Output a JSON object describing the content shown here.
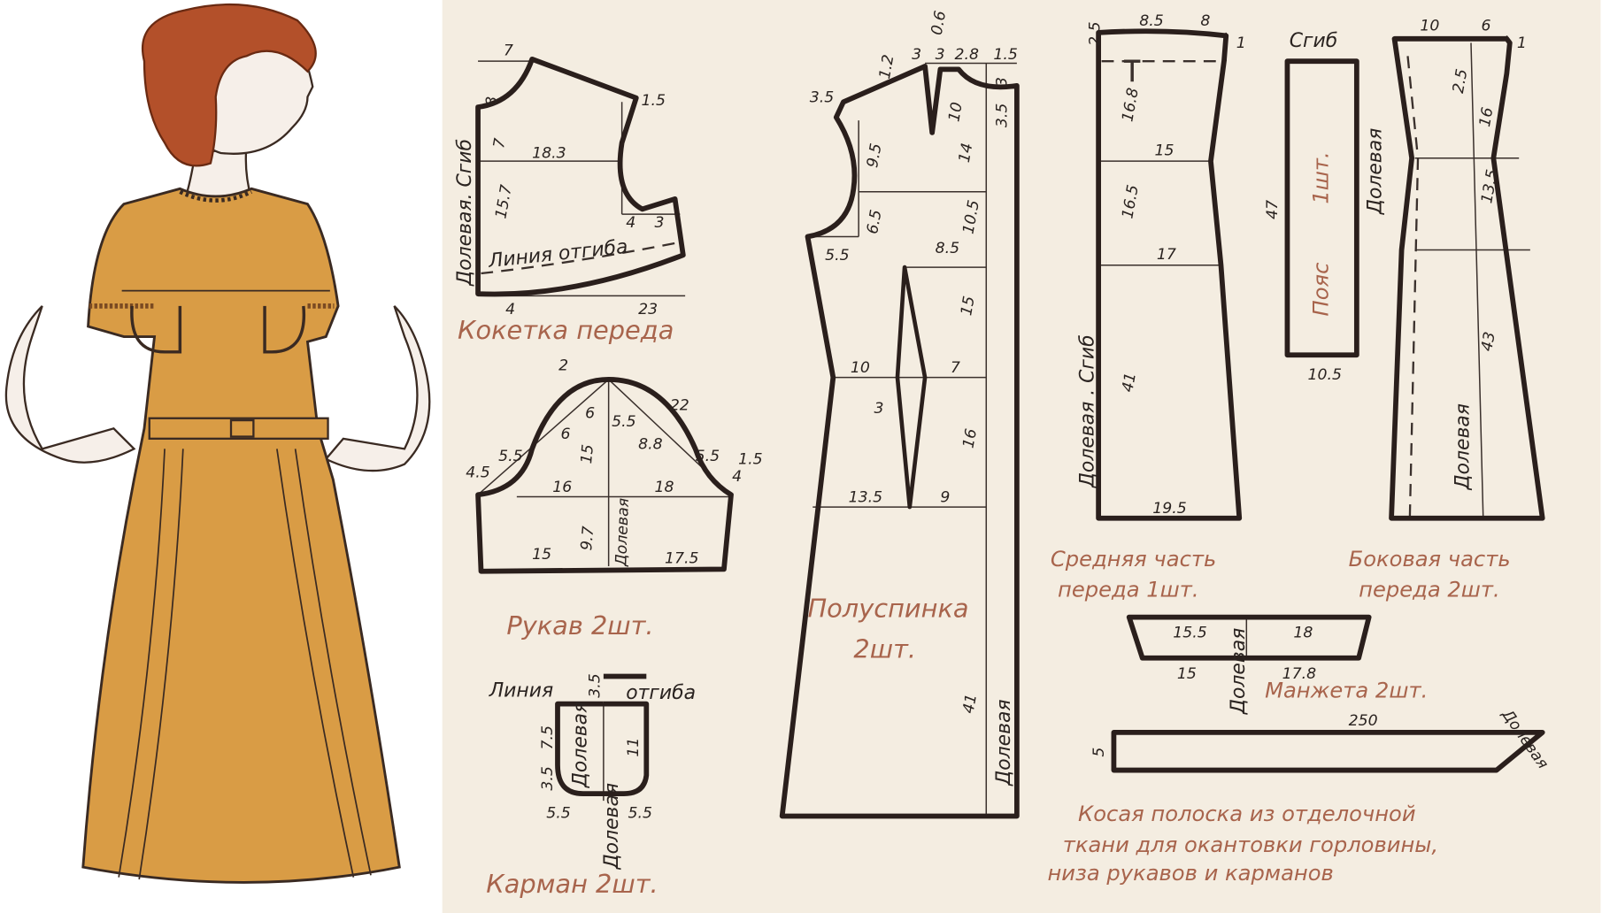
{
  "colors": {
    "paper": "#f4ede1",
    "ink": "#2a1f1c",
    "title": "#a8644c",
    "dress": "#d99c45",
    "hair": "#b3502a"
  },
  "yoke": {
    "title": "Кокетка переда",
    "grain": "Долевая. Сгиб",
    "fold_line": "Линия отгиба",
    "dims": {
      "top": "7",
      "neck_h": "8",
      "shoulder": "1.5",
      "upper": "7",
      "width": "18.3",
      "lower": "15.7",
      "arm_a": "4",
      "arm_b": "3",
      "bottom_l": "4",
      "bottom_r": "23"
    }
  },
  "sleeve": {
    "title": "Рукав 2шт.",
    "grain": "Долевая",
    "dims": {
      "top": "2",
      "l1": "4.5",
      "l2": "5.5",
      "c1": "6",
      "c2": "6",
      "c3": "5.5",
      "c4": "8.8",
      "r22": "22",
      "r1": "5.5",
      "r2": "1.5",
      "r3": "4",
      "w_left": "16",
      "h": "15",
      "w_right": "18",
      "depth": "9.7",
      "b_left": "15",
      "b_right": "17.5"
    }
  },
  "pocket": {
    "title": "Карман 2шт.",
    "fold_a": "Линия",
    "fold_b": "отгиба",
    "grain": "Долевая",
    "dims": {
      "top": "3.5",
      "h1": "7.5",
      "h2": "3.5",
      "h3": "11",
      "b1": "5.5",
      "b2": "5.5"
    }
  },
  "back": {
    "title_1": "Полуспинка",
    "title_2": "2шт.",
    "grain": "Долевая",
    "dims": {
      "sh": "1.2",
      "t1": "3",
      "t2": "3",
      "t3": "2.8",
      "t4": "1.5",
      "t5": "0.6",
      "arm_top": "3.5",
      "neck": "3",
      "d10": "10",
      "d35": "3.5",
      "d95": "9.5",
      "d14": "14",
      "d65": "6.5",
      "d105": "10.5",
      "d55": "5.5",
      "d85": "8.5",
      "d15": "15",
      "w10": "10",
      "w7": "7",
      "dart": "3",
      "d16": "16",
      "h135": "13.5",
      "h9": "9",
      "d41": "41"
    }
  },
  "middle_front": {
    "title_1": "Средняя часть",
    "title_2": "переда 1шт.",
    "grain": "Долевая . Сгиб",
    "dims": {
      "t25": "2.5",
      "t85": "8.5",
      "t8": "8",
      "t1": "1",
      "h168": "16.8",
      "w15": "15",
      "h165": "16.5",
      "w17": "17",
      "h41": "41",
      "b195": "19.5"
    }
  },
  "belt": {
    "fold": "Сгиб",
    "label_1": "Пояс",
    "label_2": "1шт.",
    "grain": "Долевая",
    "length": "47",
    "width": "10.5"
  },
  "side_front": {
    "title_1": "Боковая часть",
    "title_2": "переда 2шт.",
    "grain": "Долевая",
    "dims": {
      "t10": "10",
      "t6": "6",
      "t1": "1",
      "h25": "2.5",
      "h16": "16",
      "h135": "13.5",
      "h43": "43"
    }
  },
  "cuff": {
    "title": "Манжета 2шт.",
    "grain": "Долевая",
    "dims": {
      "t155": "15.5",
      "t18": "18",
      "b15": "15",
      "b178": "17.8"
    }
  },
  "strip": {
    "grain": "Долевая",
    "length": "250",
    "width": "5",
    "caption_1": "Косая полоска из отделочной",
    "caption_2": "ткани для окантовки горловины,",
    "caption_3": "низа рукавов и карманов"
  }
}
